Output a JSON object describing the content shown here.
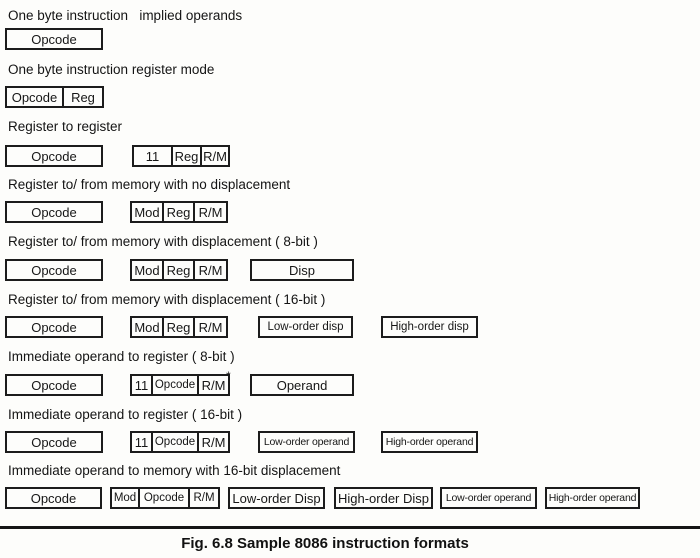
{
  "figure": {
    "caption": "Fig. 6.8 Sample 8086 instruction formats"
  },
  "sections": [
    {
      "label": "One byte instruction   implied operands",
      "boxes": [
        {
          "cells": [
            "Opcode"
          ]
        }
      ]
    },
    {
      "label": "One byte instruction register mode",
      "boxes": [
        {
          "cells": [
            "Opcode",
            "Reg"
          ]
        }
      ]
    },
    {
      "label": "Register to register",
      "boxes": [
        {
          "cells": [
            "Opcode"
          ]
        },
        {
          "cells": [
            "11",
            "Reg",
            "R/M"
          ]
        }
      ]
    },
    {
      "label": "Register to/ from memory with no displacement",
      "boxes": [
        {
          "cells": [
            "Opcode"
          ]
        },
        {
          "cells": [
            "Mod",
            "Reg",
            "R/M"
          ]
        }
      ]
    },
    {
      "label": "Register to/ from memory with displacement ( 8-bit )",
      "boxes": [
        {
          "cells": [
            "Opcode"
          ]
        },
        {
          "cells": [
            "Mod",
            "Reg",
            "R/M"
          ]
        },
        {
          "cells": [
            "Disp"
          ]
        }
      ]
    },
    {
      "label": "Register to/ from memory with displacement ( 16-bit )",
      "boxes": [
        {
          "cells": [
            "Opcode"
          ]
        },
        {
          "cells": [
            "Mod",
            "Reg",
            "R/M"
          ]
        },
        {
          "cells": [
            "Low-order disp"
          ]
        },
        {
          "cells": [
            "High-order disp"
          ]
        }
      ]
    },
    {
      "label": "Immediate operand to register ( 8-bit )",
      "mark": "*",
      "boxes": [
        {
          "cells": [
            "Opcode"
          ]
        },
        {
          "cells": [
            "11",
            "Opcode",
            "R/M"
          ]
        },
        {
          "cells": [
            "Operand"
          ]
        }
      ]
    },
    {
      "label": "Immediate operand to register ( 16-bit )",
      "boxes": [
        {
          "cells": [
            "Opcode"
          ]
        },
        {
          "cells": [
            "11",
            "Opcode",
            "R/M"
          ]
        },
        {
          "cells": [
            "Low-order operand"
          ]
        },
        {
          "cells": [
            "High-order operand"
          ]
        }
      ]
    },
    {
      "label": "Immediate operand to memory with 16-bit displacement",
      "boxes": [
        {
          "cells": [
            "Opcode"
          ]
        },
        {
          "cells": [
            "Mod",
            "Opcode",
            "R/M"
          ]
        },
        {
          "cells": [
            "Low-order Disp"
          ]
        },
        {
          "cells": [
            "High-order Disp"
          ]
        },
        {
          "cells": [
            "Low-order operand"
          ]
        },
        {
          "cells": [
            "High-order operand"
          ]
        }
      ]
    }
  ]
}
